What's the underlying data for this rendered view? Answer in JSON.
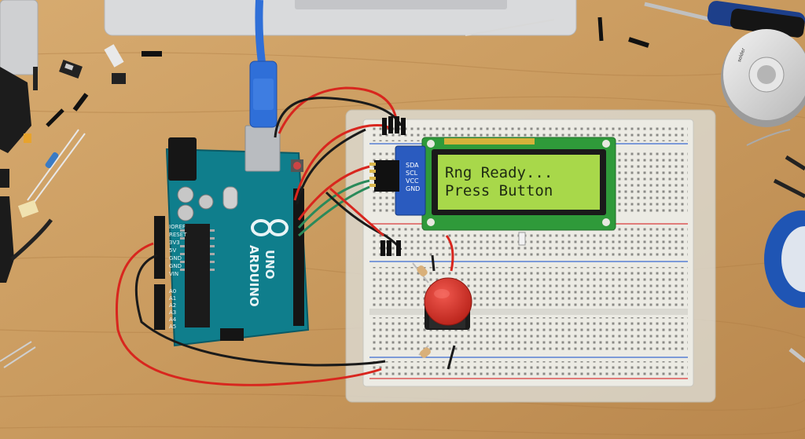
{
  "lcd": {
    "line1": "Rng Ready...",
    "line2": "Press Button",
    "backlight_color": "#a8d84a"
  },
  "arduino": {
    "brand": "ARDUINO",
    "model": "UNO",
    "board_color": "#0f7e8c",
    "pin_labels": [
      "IOREF",
      "RESET",
      "3V3",
      "5V",
      "GND",
      "GND",
      "VIN"
    ],
    "analog_labels": [
      "A0",
      "A1",
      "A2",
      "A3",
      "A4",
      "A5"
    ]
  },
  "i2c_module": {
    "pins": [
      "SDA",
      "SCL",
      "VCC",
      "GND"
    ]
  },
  "button": {
    "color": "#d8302a"
  },
  "colors": {
    "desk": "#c99a5e",
    "wire_red": "#d8261e",
    "wire_black": "#1a1a1a",
    "wire_green": "#2a8a5a",
    "usb_cable": "#2f6fd8",
    "breadboard": "#ecebe4"
  }
}
